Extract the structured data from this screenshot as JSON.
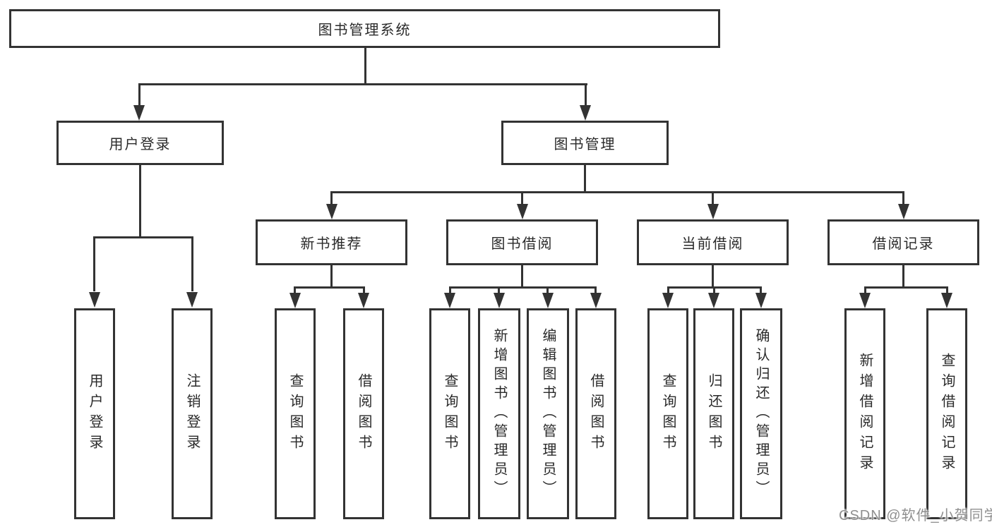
{
  "root": {
    "label": "图书管理系统"
  },
  "branches": {
    "user_login": {
      "label": "用户登录"
    },
    "book_mgmt": {
      "label": "图书管理"
    }
  },
  "sections": {
    "new_book_rec": {
      "label": "新书推荐"
    },
    "book_borrow": {
      "label": "图书借阅"
    },
    "current_borrow": {
      "label": "当前借阅"
    },
    "borrow_records": {
      "label": "借阅记录"
    }
  },
  "leaves": {
    "user_login": "用户登录",
    "logout": "注销登录",
    "rec_query_book": "查询图书",
    "rec_borrow_book": "借阅图书",
    "bb_query_book": "查询图书",
    "bb_add_book": "新增图书（管理员）",
    "bb_edit_book": "编辑图书（管理员）",
    "bb_borrow_book": "借阅图书",
    "cb_query_book": "查询图书",
    "cb_return_book": "归还图书",
    "cb_confirm_return": "确认归还（管理员）",
    "br_add_record": "新增借阅记录",
    "br_query_record": "查询借阅记录"
  },
  "watermark": "CSDN @软件_小贺同学",
  "colors": {
    "line": "#333333",
    "text": "#2a2a2a",
    "watermark": "#8f8f8f",
    "background": "#ffffff"
  }
}
